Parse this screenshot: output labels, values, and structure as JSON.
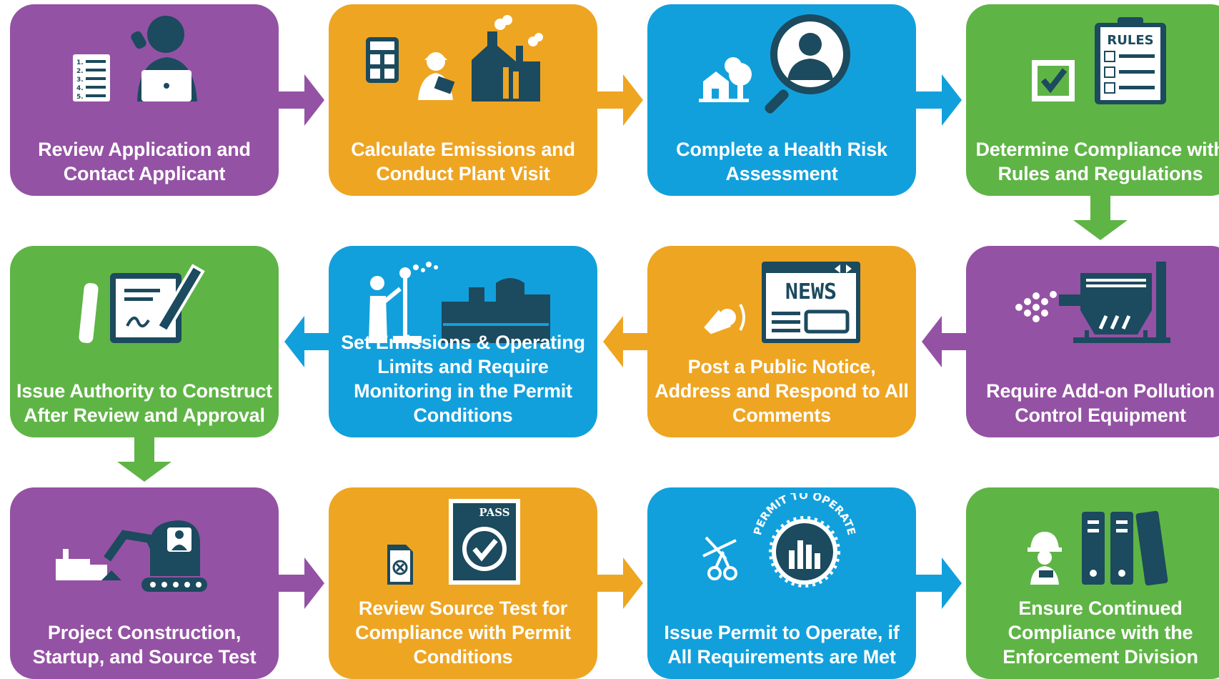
{
  "colors": {
    "purple": "#9452a4",
    "orange": "#eea522",
    "blue": "#12a0dc",
    "green": "#5fb446",
    "icon_dark": "#1c4a5e"
  },
  "steps": [
    {
      "label": "Review Application and Contact Applicant",
      "color": "purple",
      "icon": "applicant-review-icon"
    },
    {
      "label": "Calculate Emissions and Conduct Plant Visit",
      "color": "orange",
      "icon": "plant-visit-icon"
    },
    {
      "label": "Complete a Health Risk Assessment",
      "color": "blue",
      "icon": "health-risk-icon"
    },
    {
      "label": "Determine Compliance with Rules and Regulations",
      "color": "green",
      "icon": "rules-checklist-icon"
    },
    {
      "label": "Require Add-on Pollution Control Equipment",
      "color": "purple",
      "icon": "pollution-control-icon"
    },
    {
      "label": "Post a Public Notice, Address and Respond to All Comments",
      "color": "orange",
      "icon": "public-notice-icon"
    },
    {
      "label": "Set Emissions & Operating Limits and Require Monitoring in the Permit Conditions",
      "color": "blue",
      "icon": "monitoring-icon"
    },
    {
      "label": "Issue Authority to Construct After Review and Approval",
      "color": "green",
      "icon": "authority-to-construct-icon"
    },
    {
      "label": "Project Construction, Startup, and Source Test",
      "color": "purple",
      "icon": "construction-icon"
    },
    {
      "label": "Review Source Test for Compliance with Permit Conditions",
      "color": "orange",
      "icon": "source-test-icon"
    },
    {
      "label": "Issue Permit to Operate, if All Requirements are Met",
      "color": "blue",
      "icon": "permit-to-operate-icon"
    },
    {
      "label": "Ensure Continued Compliance with the Enforcement Division",
      "color": "green",
      "icon": "enforcement-icon"
    }
  ],
  "icon_text": {
    "rules": "RULES",
    "news": "NEWS",
    "pass": "PASS",
    "permit_seal": "PERMIT TO OPERATE"
  }
}
